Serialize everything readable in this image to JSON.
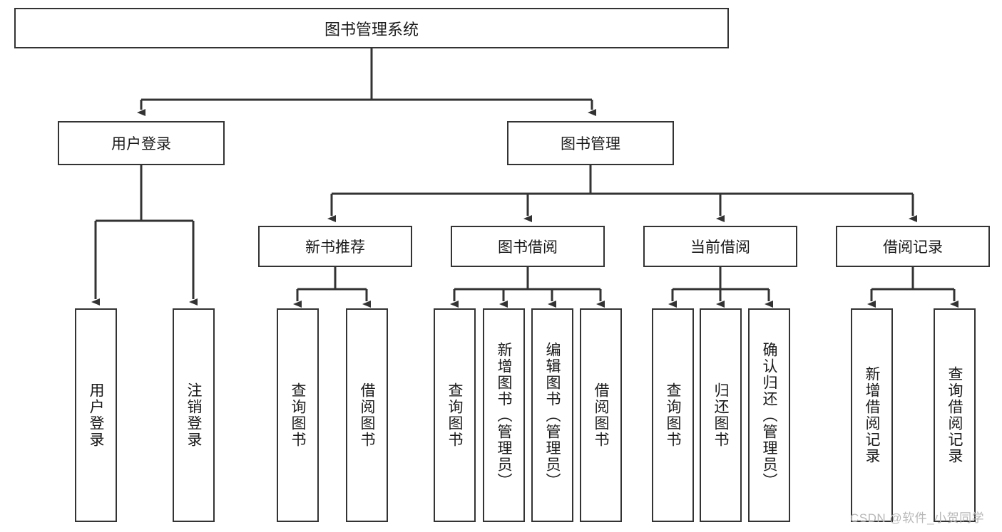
{
  "diagram": {
    "type": "tree",
    "title": "图书管理系统",
    "orientation": "top-down",
    "edge_style": "orthogonal-with-arrowheads",
    "colors": {
      "box_border": "#333333",
      "box_fill": "#ffffff",
      "edge": "#333333",
      "text": "#1a1a1a",
      "watermark": "#b8b8b8",
      "background": "#ffffff"
    },
    "root": {
      "id": "root",
      "label": "图书管理系统",
      "orientation": "horizontal"
    },
    "level1": [
      {
        "id": "user-login",
        "label": "用户登录",
        "orientation": "horizontal"
      },
      {
        "id": "book-manage",
        "label": "图书管理",
        "orientation": "horizontal"
      }
    ],
    "level2": [
      {
        "id": "new-book-rec",
        "label": "新书推荐",
        "parent": "book-manage",
        "orientation": "horizontal"
      },
      {
        "id": "book-borrow",
        "label": "图书借阅",
        "parent": "book-manage",
        "orientation": "horizontal"
      },
      {
        "id": "current-borrow",
        "label": "当前借阅",
        "parent": "book-manage",
        "orientation": "horizontal"
      },
      {
        "id": "borrow-record",
        "label": "借阅记录",
        "parent": "book-manage",
        "orientation": "horizontal"
      }
    ],
    "leaves": [
      {
        "id": "leaf-user-login",
        "label": "用户登录",
        "parent": "user-login",
        "orientation": "vertical"
      },
      {
        "id": "leaf-logout",
        "label": "注销登录",
        "parent": "user-login",
        "orientation": "vertical"
      },
      {
        "id": "leaf-query-book-1",
        "label": "查询图书",
        "parent": "new-book-rec",
        "orientation": "vertical"
      },
      {
        "id": "leaf-borrow-book-1",
        "label": "借阅图书",
        "parent": "new-book-rec",
        "orientation": "vertical"
      },
      {
        "id": "leaf-query-book-2",
        "label": "查询图书",
        "parent": "book-borrow",
        "orientation": "vertical"
      },
      {
        "id": "leaf-add-book",
        "label": "新增图书（管理员）",
        "parent": "book-borrow",
        "orientation": "vertical"
      },
      {
        "id": "leaf-edit-book",
        "label": "编辑图书（管理员）",
        "parent": "book-borrow",
        "orientation": "vertical"
      },
      {
        "id": "leaf-borrow-book-2",
        "label": "借阅图书",
        "parent": "book-borrow",
        "orientation": "vertical"
      },
      {
        "id": "leaf-query-book-3",
        "label": "查询图书",
        "parent": "current-borrow",
        "orientation": "vertical"
      },
      {
        "id": "leaf-return-book",
        "label": "归还图书",
        "parent": "current-borrow",
        "orientation": "vertical"
      },
      {
        "id": "leaf-confirm-return",
        "label": "确认归还（管理员）",
        "parent": "current-borrow",
        "orientation": "vertical"
      },
      {
        "id": "leaf-add-record",
        "label": "新增借阅记录",
        "parent": "borrow-record",
        "orientation": "vertical"
      },
      {
        "id": "leaf-query-record",
        "label": "查询借阅记录",
        "parent": "borrow-record",
        "orientation": "vertical"
      }
    ]
  },
  "watermark": {
    "text": "CSDN @软件_小贺同学"
  }
}
